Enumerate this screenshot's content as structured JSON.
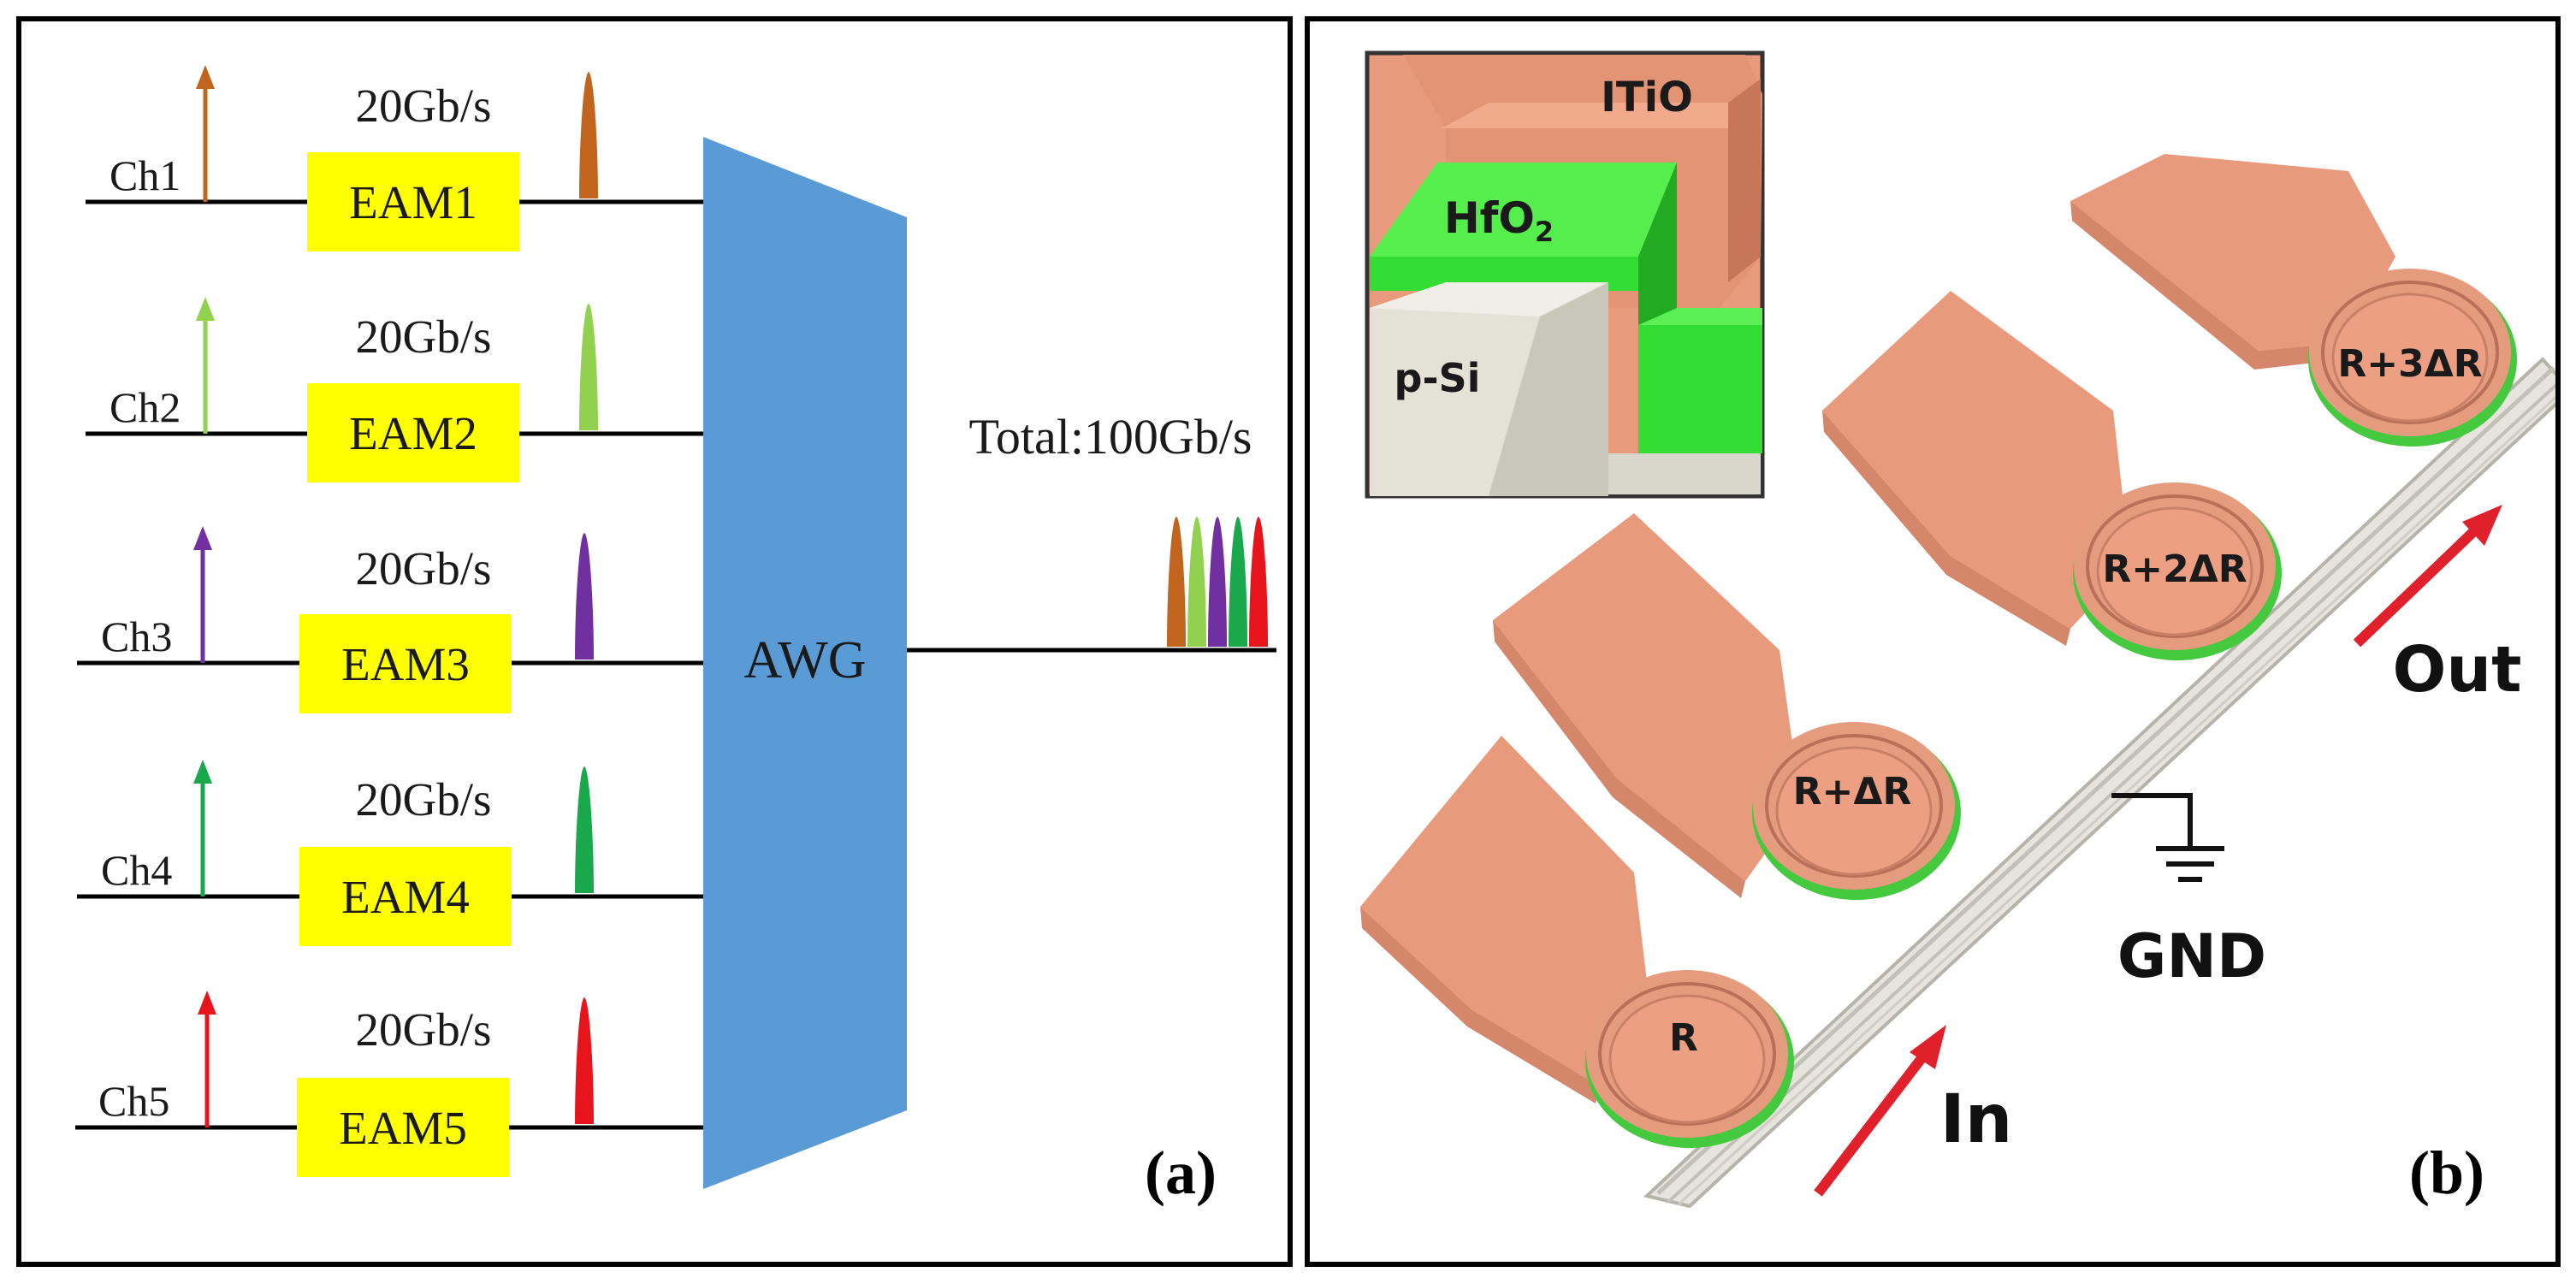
{
  "panel_a": {
    "label": "(a)",
    "channels": [
      {
        "name": "Ch1",
        "rate": "20Gb/s",
        "eam": "EAM1",
        "color": "#c0641e"
      },
      {
        "name": "Ch2",
        "rate": "20Gb/s",
        "eam": "EAM2",
        "color": "#92d050"
      },
      {
        "name": "Ch3",
        "rate": "20Gb/s",
        "eam": "EAM3",
        "color": "#7030a0"
      },
      {
        "name": "Ch4",
        "rate": "20Gb/s",
        "eam": "EAM4",
        "color": "#1aa84c"
      },
      {
        "name": "Ch5",
        "rate": "20Gb/s",
        "eam": "EAM5",
        "color": "#e8141b"
      }
    ],
    "mux_label": "AWG",
    "mux_color": "#5b9bd5",
    "eam_color": "#ffff00",
    "output_label": "Total:100Gb/s"
  },
  "panel_b": {
    "label": "(b)",
    "rings": [
      "R",
      "R+ΔR",
      "R+2ΔR",
      "R+3ΔR"
    ],
    "arrow_in": "In",
    "arrow_out": "Out",
    "ground": "GND",
    "inset": {
      "top_layer": "ITiO",
      "oxide": "HfO",
      "oxide_sub": "2",
      "substrate": "p-Si"
    },
    "electrode_color": "#eb9e80",
    "oxide_color": "#33dd33",
    "arrow_color": "#e0212b"
  }
}
